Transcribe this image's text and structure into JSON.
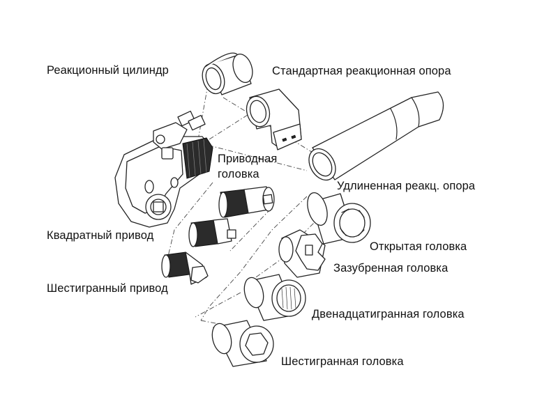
{
  "labels": {
    "reaction_cylinder": "Реакционный цилиндр",
    "standard_reaction_support": "Стандартная реакционная опора",
    "drive_head": "Приводная головка",
    "extended_reaction_support": "Удлиненная реакц. опора",
    "square_drive": "Квадратный привод",
    "open_socket": "Открытая головка",
    "splined_socket": "Зазубренная головка",
    "hex_drive": "Шестигранный привод",
    "twelve_point_socket": "Двенадцатигранная головка",
    "hex_socket": "Шестигранная головка"
  },
  "colors": {
    "line": "#222222",
    "fill": "#ffffff",
    "knurl": "#2b2b2b",
    "text": "#111111"
  }
}
